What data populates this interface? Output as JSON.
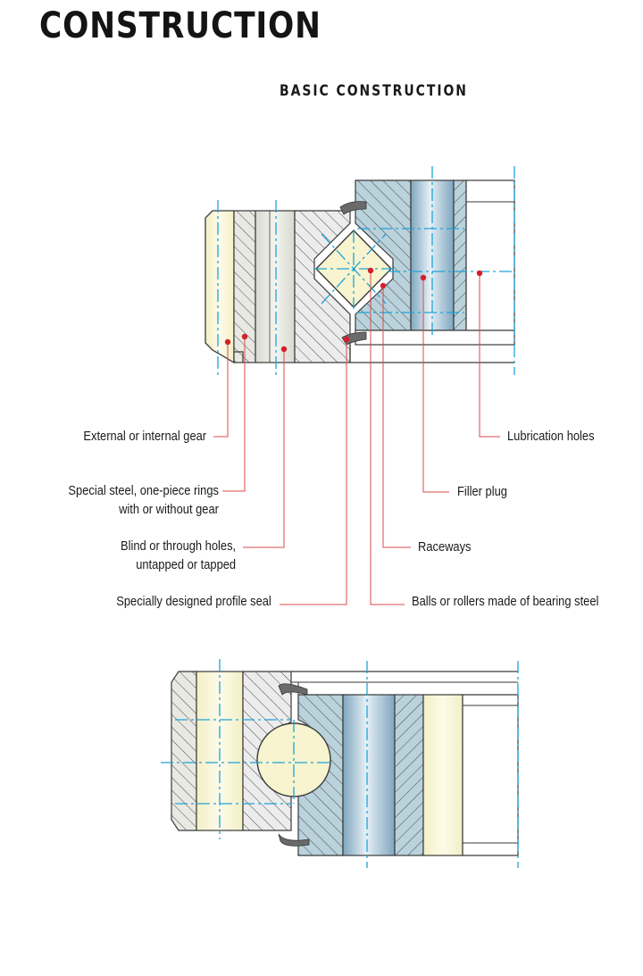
{
  "page": {
    "title": "CONSTRUCTION",
    "subtitle": "BASIC CONSTRUCTION"
  },
  "callouts": {
    "gear": "External or internal gear",
    "rings_line1": "Special steel, one-piece rings",
    "rings_line2": "with or without gear",
    "holes_line1": "Blind or through holes,",
    "holes_line2": "untapped or tapped",
    "seal": "Specially designed profile seal",
    "lubrication": "Lubrication holes",
    "filler": "Filler plug",
    "raceways": "Raceways",
    "balls": "Balls or rollers made of bearing steel"
  },
  "colors": {
    "outline": "#3a3a3a",
    "cream": "#f6f3d6",
    "light_gray": "#e9e9e3",
    "steel_blue": "#b9d2dc",
    "blue_gradient_dark": "#7fa6bf",
    "centerline": "#1fa3d6",
    "leader": "#d94a4a",
    "marker": "#d3202a",
    "seal": "#6a6a6a"
  }
}
